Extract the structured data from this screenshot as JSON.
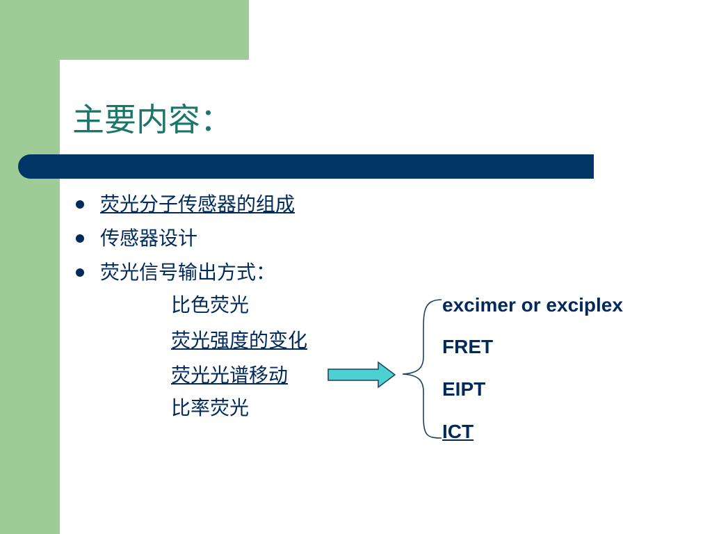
{
  "slide": {
    "title": "主要内容：",
    "bullets": [
      {
        "text": "荧光分子传感器的组成",
        "link": true
      },
      {
        "text": "传感器设计",
        "link": false
      },
      {
        "text": "荧光信号输出方式：",
        "link": false
      }
    ],
    "sub_items": [
      {
        "text": "比色荧光",
        "link": false
      },
      {
        "text": "荧光强度的变化",
        "link": true
      },
      {
        "text": "荧光光谱移动",
        "link": true
      },
      {
        "text": "比率荧光",
        "link": false
      }
    ],
    "mechanisms": [
      {
        "text": "excimer  or  exciplex",
        "link": false
      },
      {
        "text": "FRET",
        "link": false
      },
      {
        "text": "EIPT",
        "link": false
      },
      {
        "text": "ICT",
        "link": true
      }
    ]
  },
  "colors": {
    "green": "#9dcc97",
    "navy_bar": "#003566",
    "title": "#1a7668",
    "text": "#002a5c",
    "arrow_fill": "#4dd0d0"
  }
}
